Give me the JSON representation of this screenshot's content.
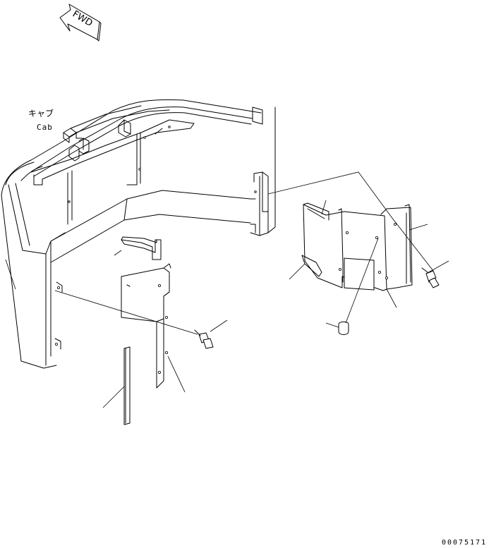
{
  "fwd_label": "FWD",
  "cab_label_jp": "キャブ",
  "cab_label_en": "Cab",
  "part_code": "00075171",
  "colors": {
    "line": "#000000",
    "background": "#ffffff"
  }
}
